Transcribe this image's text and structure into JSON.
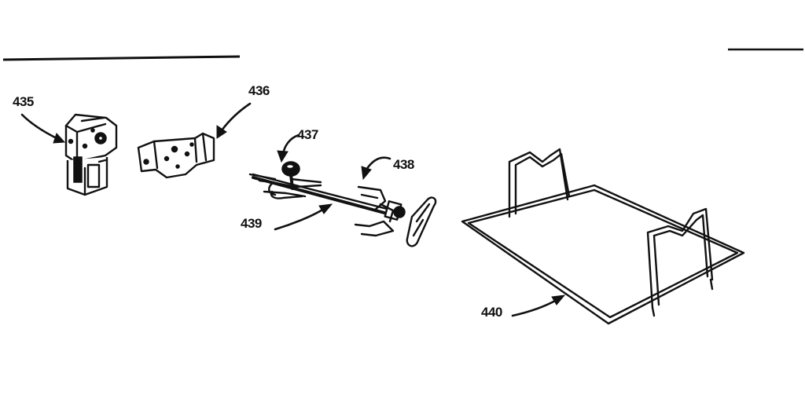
{
  "labels": {
    "p435": "435",
    "p436": "436",
    "p437": "437",
    "p438": "438",
    "p439": "439",
    "p440": "440"
  },
  "ink_color": "#111111",
  "background_color": "#ffffff"
}
